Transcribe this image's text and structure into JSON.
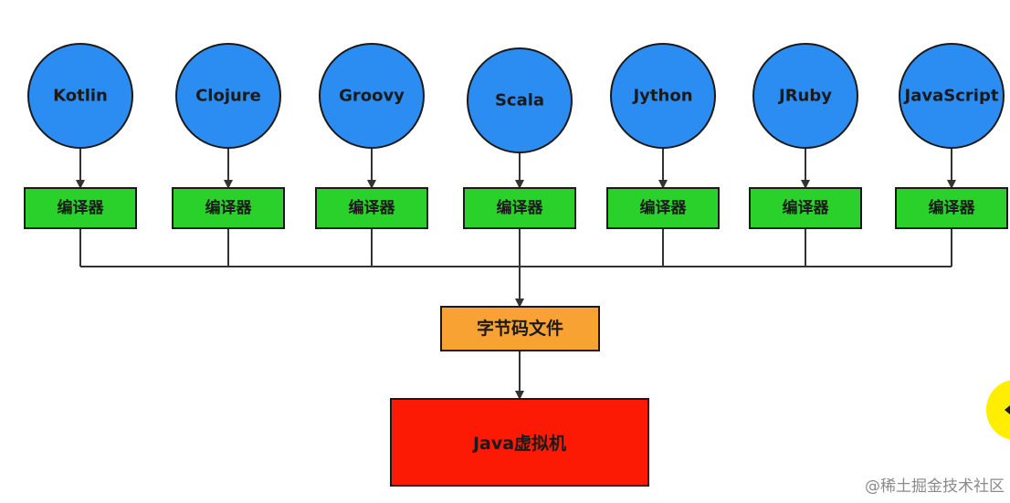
{
  "languages": [
    "Kotlin",
    "Clojure",
    "Groovy",
    "Scala",
    "Jython",
    "JRuby",
    "JavaScript"
  ],
  "compiler_label": "编译器",
  "bytecode_label": "字节码文件",
  "jvm_label": "Java虚拟机",
  "watermark": "@稀土掘金技术社区",
  "colors": {
    "language_node": "#2b8cf2",
    "compiler_node": "#2ad12a",
    "bytecode_node": "#f7a233",
    "jvm_node": "#fc1a05",
    "connector": "#333333"
  }
}
